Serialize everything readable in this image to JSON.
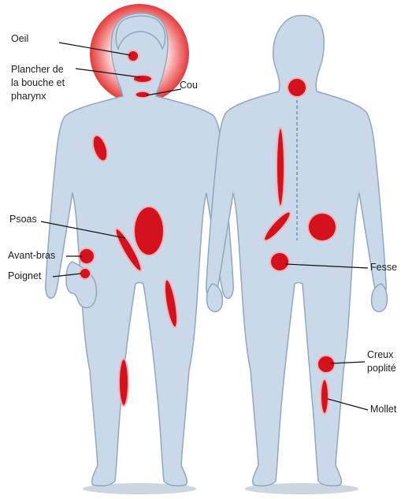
{
  "labels": {
    "oeil": "Oeil",
    "plancher_line1": "Plancher de",
    "plancher_line2": "la bouche et",
    "plancher_line3": "pharynx",
    "cou": "Cou",
    "psoas": "Psoas",
    "avant_bras": "Avant-bras",
    "poignet": "Poignet",
    "fesse": "Fesse",
    "creux_line1": "Creux",
    "creux_line2": "poplité",
    "mollet": "Mollet"
  },
  "colors": {
    "body_fill": "#c9d9ea",
    "body_stroke": "#8fa8bf",
    "shadow": "#b6c4d3",
    "lesion": "#d3121d",
    "lesion_stroke": "#f2b3b6",
    "halo_center": "#ffffff",
    "halo_edge": "#e23a3a",
    "spine": "#6f8fb0",
    "leader": "#111111"
  },
  "icons": {
    "front": "human-body-front-icon",
    "back": "human-body-back-icon"
  }
}
